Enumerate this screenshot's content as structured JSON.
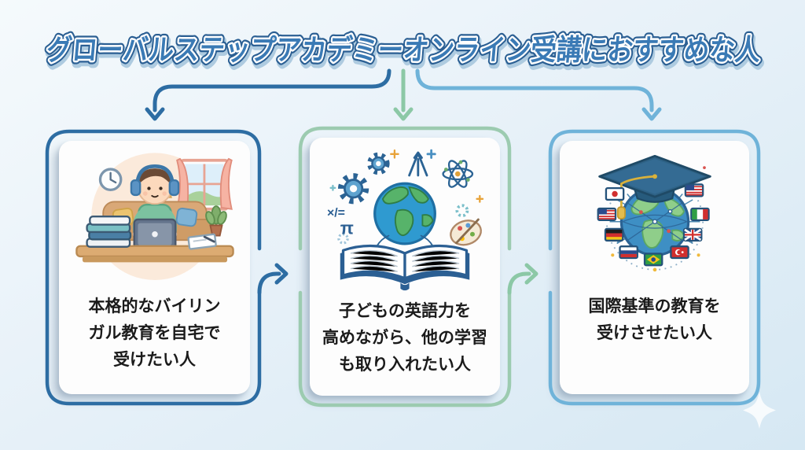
{
  "title": "グローバルステップアカデミーオンライン受講におすすめな人",
  "cards": [
    {
      "name": "bilingual-at-home",
      "lines": [
        "本格的なバイリン",
        "ガル教育を自宅で",
        "受けたい人"
      ],
      "border_color": "#2d6da3"
    },
    {
      "name": "english-plus-other-learning",
      "lines": [
        "子どもの英語力を",
        "高めながら、他の学習",
        "も取り入れたい人"
      ],
      "border_color": "#9ccbb0"
    },
    {
      "name": "international-standard-education",
      "lines": [
        "国際基準の教育を",
        "受けさせたい人"
      ],
      "border_color": "#6fb3d9"
    }
  ],
  "illustrations": {
    "card1": {
      "name": "child-with-headphones-studying-on-tablet-at-home",
      "icons": [
        "clock-icon",
        "window-icon",
        "lamp-icon",
        "sofa-icon",
        "headphones-icon",
        "tablet-icon",
        "books-icon",
        "notepad-icon",
        "plant-icon",
        "boy-avatar"
      ]
    },
    "card2": {
      "name": "open-book-with-globe-and-subject-icons",
      "icons": [
        "gear-icon",
        "globe-icon",
        "atom-icon",
        "palette-icon",
        "triangle-arrow-icon",
        "open-book-icon",
        "sparkle-icon"
      ],
      "math_symbols": [
        "×/=",
        "π"
      ]
    },
    "card3": {
      "name": "globe-with-graduation-cap-and-world-flags",
      "icons": [
        "graduation-cap-icon",
        "globe-icon",
        "flag-japan-icon",
        "flag-usa-icon",
        "flag-italy-icon",
        "flag-germany-icon",
        "flag-uk-icon",
        "flag-russia-icon",
        "flag-turkey-icon",
        "flag-brazil-icon"
      ]
    }
  },
  "colors": {
    "background_top": "#f5fafc",
    "background_bottom": "#d6e8f3",
    "title_fill": "#3a7ab5",
    "title_white_outline": "#ffffff",
    "title_dark_edge": "#2b5f93",
    "arrow_dark_blue": "#2d6da3",
    "arrow_green": "#8cc8a6",
    "arrow_light_blue": "#6fb3d9",
    "card_text_color": "#1b1b1b",
    "card_background": "#fdfdfd"
  },
  "decorations": {
    "sparkle": "four-point-star-bottom-right"
  }
}
